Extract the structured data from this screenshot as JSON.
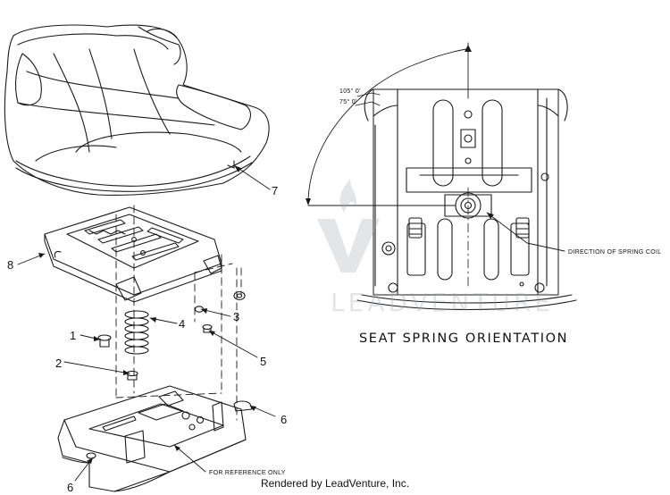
{
  "diagram": {
    "callouts": [
      {
        "id": "c1",
        "text": "1"
      },
      {
        "id": "c2",
        "text": "2"
      },
      {
        "id": "c3",
        "text": "3"
      },
      {
        "id": "c4",
        "text": "4"
      },
      {
        "id": "c5",
        "text": "5"
      },
      {
        "id": "c6a",
        "text": "6"
      },
      {
        "id": "c6b",
        "text": "6"
      },
      {
        "id": "c7",
        "text": "7"
      },
      {
        "id": "c8",
        "text": "8"
      }
    ],
    "angle_labels": [
      "105° 0'",
      "75° 0'"
    ],
    "spring_coil_note": "DIRECTION OF SPRING COIL",
    "reference_note": "FOR REFERENCE ONLY",
    "orientation_title": "SEAT SPRING ORIENTATION",
    "watermark": "LEADVENTURE"
  },
  "footer": {
    "credit": "Rendered by LeadVenture, Inc."
  }
}
